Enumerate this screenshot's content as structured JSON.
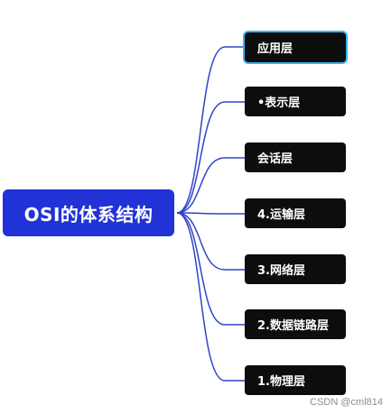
{
  "root": {
    "label": "OSI的体系结构"
  },
  "children": [
    {
      "label": "应用层",
      "selected": true
    },
    {
      "label": "•表示层",
      "selected": false
    },
    {
      "label": "会话层",
      "selected": false
    },
    {
      "label": "4.运输层",
      "selected": false
    },
    {
      "label": "3.网络层",
      "selected": false
    },
    {
      "label": "2.数据链路层",
      "selected": false
    },
    {
      "label": "1.物理层",
      "selected": false
    }
  ],
  "colors": {
    "root_fill": "#2133d6",
    "child_fill": "#0d0d0d",
    "connector": "#2f44c8",
    "selection_border": "#38b5f0",
    "watermark_text": "#8c8c8c"
  },
  "watermark": "CSDN @cml814"
}
